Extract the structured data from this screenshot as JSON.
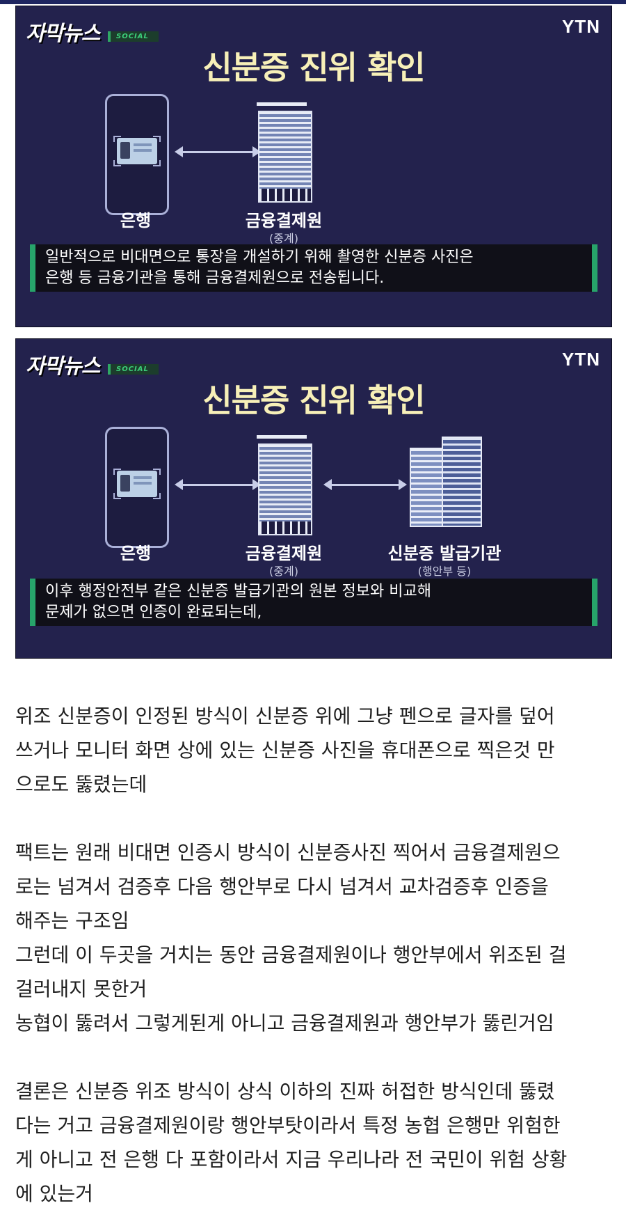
{
  "frame1": {
    "brand": "자막뉴스",
    "brand_tag": "SOCIAL",
    "channel": "YTN",
    "headline": "신분증 진위 확인",
    "labels": {
      "bank": "은행",
      "kftc": "금융결제원",
      "kftc_sub": "(중계)"
    },
    "caption": [
      "일반적으로 비대면으로 통장을 개설하기 위해 촬영한 신분증 사진은",
      "은행 등 금융기관을 통해 금융결제원으로 전송됩니다."
    ]
  },
  "frame2": {
    "brand": "자막뉴스",
    "brand_tag": "SOCIAL",
    "channel": "YTN",
    "headline": "신분증 진위 확인",
    "labels": {
      "bank": "은행",
      "kftc": "금융결제원",
      "kftc_sub": "(중계)",
      "issuer": "신분증 발급기관",
      "issuer_sub": "(행안부 등)"
    },
    "caption": [
      "이후 행정안전부 같은 신분증 발급기관의 원본 정보와 비교해",
      "문제가 없으면 인증이 완료되는데,"
    ]
  },
  "post": {
    "p1": [
      "위조 신분증이 인정된 방식이 신분증 위에 그냥 펜으로 글자를 덮어",
      "쓰거나 모니터 화면 상에 있는 신분증 사진을 휴대폰으로 찍은것 만",
      "으로도 뚫렸는데"
    ],
    "p2": [
      "팩트는 원래 비대면 인증시 방식이 신분증사진 찍어서 금융결제원으",
      "로는 넘겨서 검증후 다음 행안부로 다시 넘겨서 교차검증후 인증을",
      "해주는 구조임",
      "그런데 이 두곳을 거치는 동안 금융결제원이나 행안부에서 위조된 걸",
      "걸러내지 못한거",
      "농협이 뚫려서 그렇게된게 아니고 금융결제원과 행안부가 뚫린거임"
    ],
    "p3": [
      "결론은 신분증 위조 방식이 상식 이하의 진짜 허접한 방식인데 뚫렸",
      "다는 거고 금융결제원이랑 행안부탓이라서 특정 농협 은행만 위험한",
      "게 아니고 전 은행 다 포함이라서 지금 우리나라 전 국민이 위험 상황",
      "에 있는거"
    ]
  }
}
